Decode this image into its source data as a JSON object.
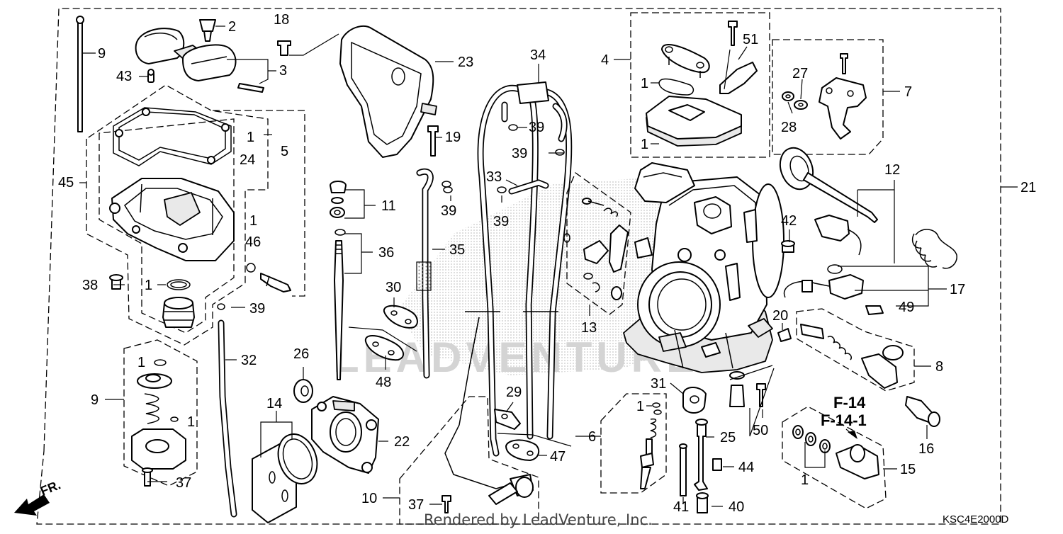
{
  "diagram": {
    "catalog_code": "KSC4E2000D",
    "credit": "Rendered by LeadVenture, Inc.",
    "watermark": "LEADVENTURE",
    "front_label": "FR.",
    "ref_lines": [
      "F-14",
      "F-14-1"
    ],
    "callouts": {
      "c9a": "9",
      "c43": "43",
      "c2": "2",
      "c3": "3",
      "c18": "18",
      "c23": "23",
      "c1_24": "1",
      "c24": "24",
      "c5": "5",
      "c45": "45",
      "c1_46": "1",
      "c46": "46",
      "c38": "38",
      "c1_gasket": "1",
      "c39a": "39",
      "c32": "32",
      "c1_diaA": "1",
      "c9b": "9",
      "c1_diaB": "1",
      "c37a": "37",
      "c26": "26",
      "c14": "14",
      "c22": "22",
      "c11": "11",
      "c36": "36",
      "c19": "19",
      "c35": "35",
      "c39b": "39",
      "c30": "30",
      "c48": "48",
      "c34": "34",
      "c39c": "39",
      "c39d": "39",
      "c33": "33",
      "c39e": "39",
      "c29": "29",
      "c47": "47",
      "c10": "10",
      "c37b": "37",
      "c4": "4",
      "c1_4a": "1",
      "c1_4b": "1",
      "c51": "51",
      "c13": "13",
      "c31": "31",
      "c6": "6",
      "c1_6": "1",
      "c25": "25",
      "c44": "44",
      "c41": "41",
      "c40": "40",
      "c50": "50",
      "c7": "7",
      "c27": "27",
      "c28": "28",
      "c12": "12",
      "c21": "21",
      "c42": "42",
      "c17": "17",
      "c49": "49",
      "c20": "20",
      "c8": "8",
      "c16": "16",
      "c15": "15",
      "c1_15": "1"
    }
  }
}
